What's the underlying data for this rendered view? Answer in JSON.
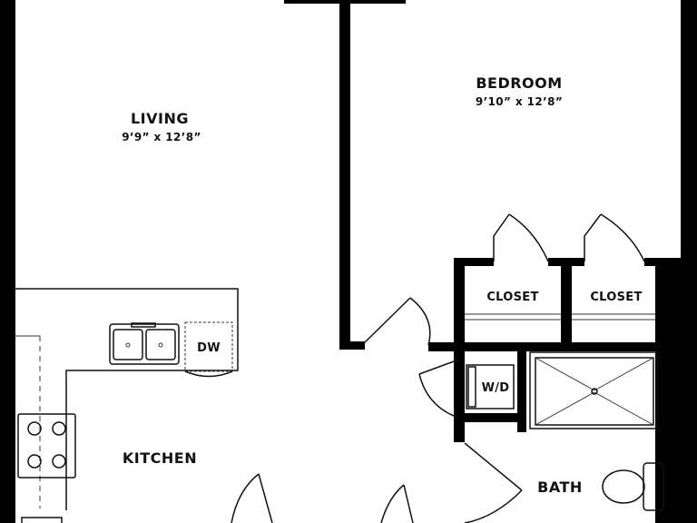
{
  "rooms": {
    "living": {
      "name": "LIVING",
      "dimensions": "9’9” x 12’8”"
    },
    "bedroom": {
      "name": "BEDROOM",
      "dimensions": "9’10” x 12’8”"
    },
    "kitchen": {
      "name": "KITCHEN"
    },
    "bath": {
      "name": "BATH"
    },
    "closet_left": {
      "name": "CLOSET"
    },
    "closet_right": {
      "name": "CLOSET"
    }
  },
  "fixtures": {
    "dishwasher": "DW",
    "washer_dryer": "W/D"
  },
  "colors": {
    "wall": "#000000",
    "line": "#111111",
    "background": "#ffffff"
  }
}
